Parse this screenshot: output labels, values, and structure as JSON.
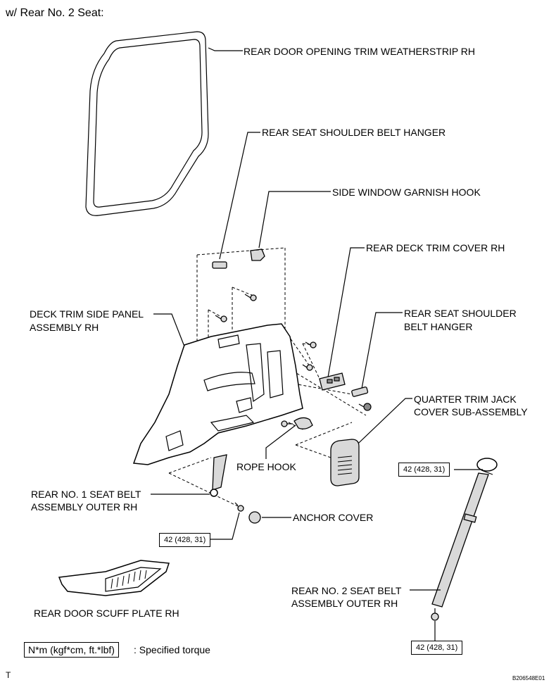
{
  "header": "w/ Rear No. 2 Seat:",
  "labels": {
    "weatherstrip": "REAR DOOR OPENING TRIM WEATHERSTRIP RH",
    "shoulder_hanger_top": "REAR SEAT SHOULDER BELT HANGER",
    "garnish_hook": "SIDE WINDOW GARNISH HOOK",
    "deck_trim_cover": "REAR DECK TRIM COVER RH",
    "deck_panel_line1": "DECK TRIM SIDE PANEL",
    "deck_panel_line2": "ASSEMBLY RH",
    "shoulder_hanger_right_line1": "REAR SEAT SHOULDER",
    "shoulder_hanger_right_line2": "BELT HANGER",
    "jack_cover_line1": "QUARTER TRIM JACK",
    "jack_cover_line2": "COVER SUB-ASSEMBLY",
    "rope_hook": "ROPE HOOK",
    "seat_belt_1_line1": "REAR NO. 1 SEAT BELT",
    "seat_belt_1_line2": "ASSEMBLY OUTER RH",
    "anchor_cover": "ANCHOR COVER",
    "scuff_plate": "REAR DOOR SCUFF PLATE RH",
    "seat_belt_2_line1": "REAR NO. 2 SEAT BELT",
    "seat_belt_2_line2": "ASSEMBLY OUTER RH"
  },
  "torques": {
    "belt1_anchor": "42 (428, 31)",
    "belt2_upper": "42 (428, 31)",
    "belt2_lower": "42 (428, 31)"
  },
  "legend": {
    "unit_box": "N*m (kgf*cm, ft.*lbf)",
    "text": ": Specified torque"
  },
  "footer": {
    "left": "T",
    "code": "B206548E01"
  }
}
